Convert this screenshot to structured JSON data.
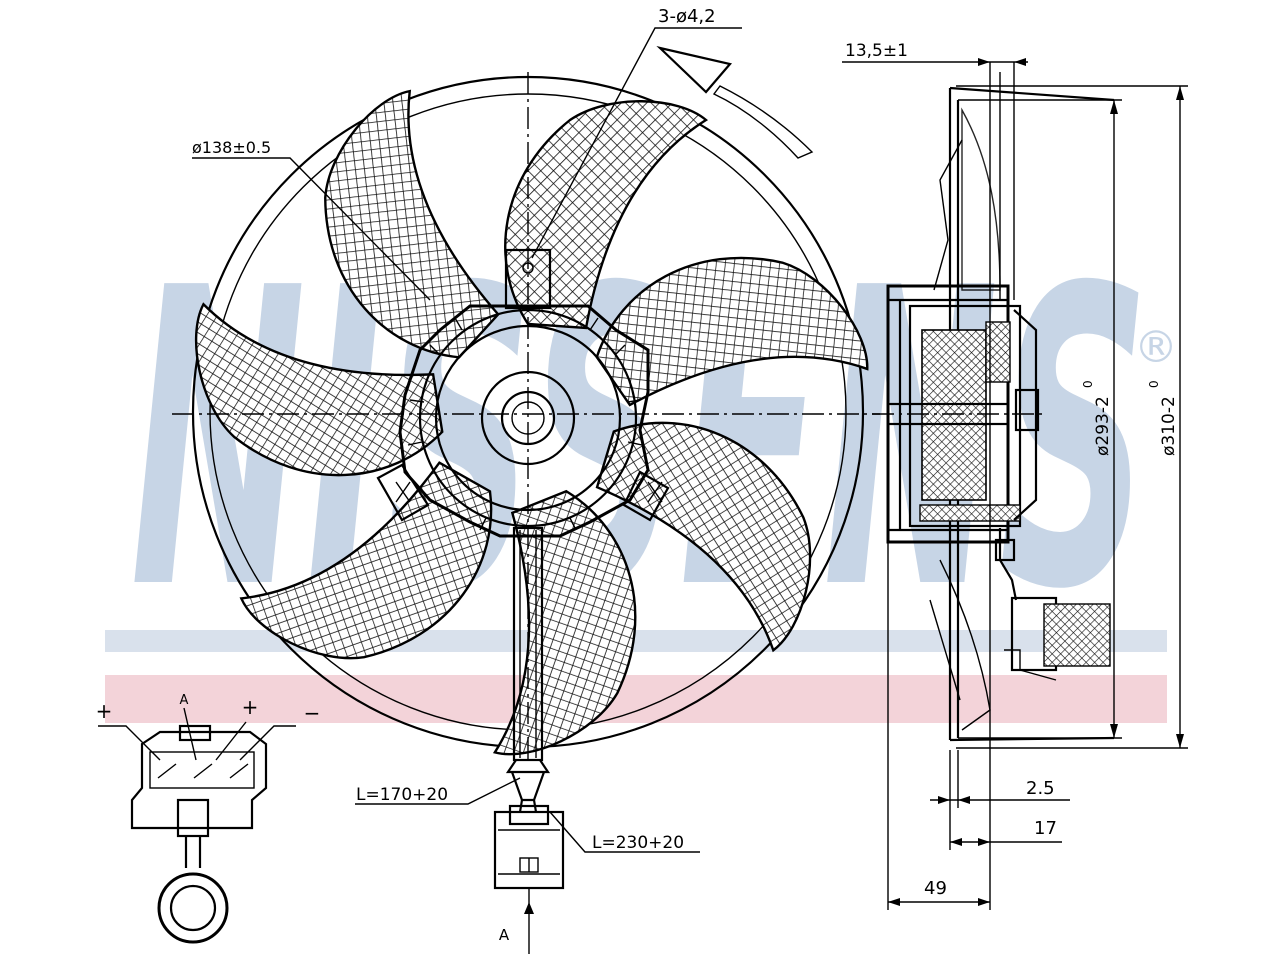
{
  "watermark": {
    "brand": "NISSENS",
    "registered_mark": "®",
    "colors": {
      "letters": "#c7d5e6",
      "band_blue": "#d9e1ec",
      "band_red": "#f3d3d9"
    }
  },
  "dimensions": {
    "holes": "3-ø4,2",
    "hub_diameter": "ø138±0.5",
    "flange": "13,5±1",
    "shroud_inner": "ø293-2",
    "shroud_outer": "ø310-2",
    "tol_upper": "0",
    "dim_2_5": "2.5",
    "dim_17": "17",
    "dim_49": "49",
    "cable_short": "L=170+20",
    "cable_long": "L=230+20",
    "view_label": "A"
  },
  "connector": {
    "pin_left": "+",
    "pin_a": "A",
    "pin_plus": "+",
    "pin_minus": "−"
  },
  "icons": {
    "rotation": "rotation-arrow-icon",
    "fan": "fan-blade-icon",
    "connector": "connector-plug-icon"
  }
}
